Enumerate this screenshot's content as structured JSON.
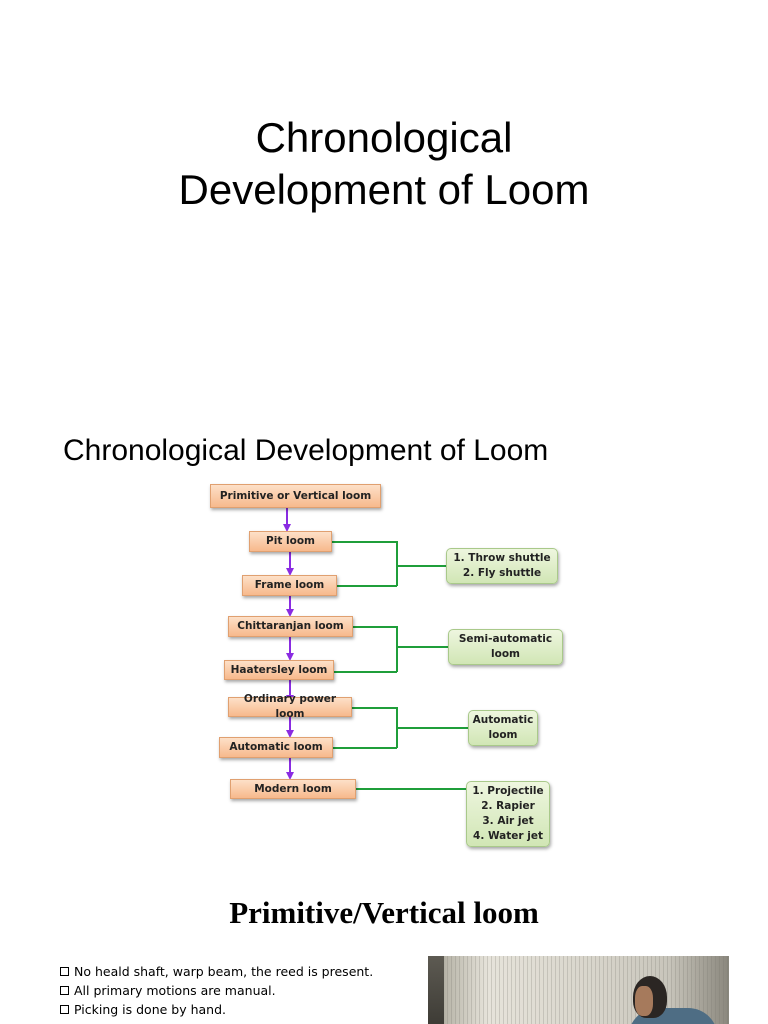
{
  "slide": {
    "title_line1": "Chronological",
    "title_line2": "Development of Loom"
  },
  "section": {
    "title": "Chronological Development of Loom"
  },
  "flowchart": {
    "stages": [
      "Primitive or Vertical loom",
      "Pit loom",
      "Frame loom",
      "Chittaranjan loom",
      "Haatersley loom",
      "Ordinary power loom",
      "Automatic loom",
      "Modern loom"
    ],
    "groups": [
      {
        "lines": [
          "1. Throw shuttle",
          "2. Fly shuttle"
        ]
      },
      {
        "lines": [
          "Semi-automatic",
          "loom"
        ]
      },
      {
        "lines": [
          "Automatic",
          "loom"
        ]
      },
      {
        "lines": [
          "1. Projectile",
          "2. Rapier",
          "3. Air jet",
          "4. Water jet"
        ]
      }
    ],
    "colors": {
      "stage_fill": "#f7b98c",
      "group_fill": "#d1e6b5",
      "arrow": "#8a2be2",
      "connector": "#1f9e3a"
    }
  },
  "primitive": {
    "heading": "Primitive/Vertical loom",
    "bullets": [
      "No heald shaft, warp beam, the reed is present.",
      "All primary motions are manual.",
      "Picking is done by hand."
    ],
    "bullet_icon": "checkbox-icon"
  }
}
